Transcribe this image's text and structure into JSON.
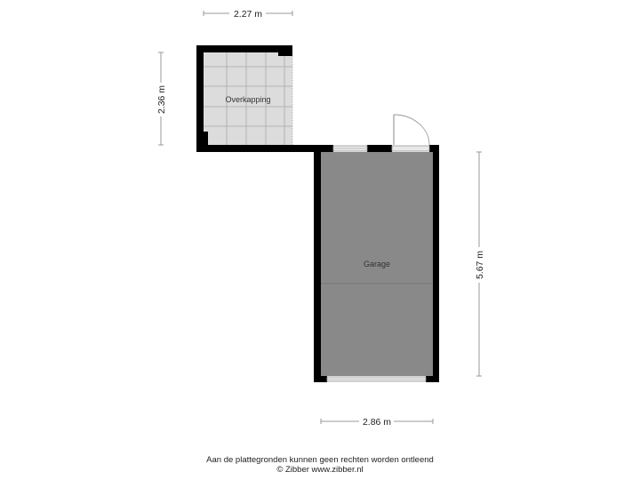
{
  "rooms": [
    {
      "name": "Overkapping",
      "fill": "#dcdcdc"
    },
    {
      "name": "Garage",
      "fill": "#898989"
    }
  ],
  "dimensions": {
    "top": "2.27 m",
    "left": "2.36 m",
    "right": "5.67 m",
    "bottom": "2.86 m"
  },
  "footer": {
    "disclaimer": "Aan de plattegronden kunnen geen rechten worden ontleend",
    "copyright": "© Zibber www.zibber.nl"
  },
  "colors": {
    "wall": "#000000",
    "tile_grid": "#a8a8a8",
    "dimension_line": "#9a9a9a"
  }
}
